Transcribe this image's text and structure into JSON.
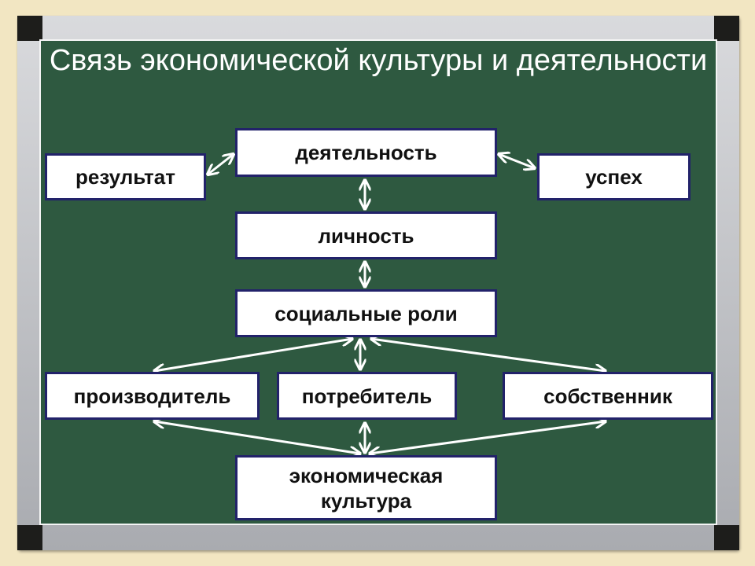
{
  "title": "Связь экономической культуры и деятельности",
  "nodes": {
    "activity": "деятельность",
    "result": "результат",
    "success": "успех",
    "personality": "личность",
    "social_roles": "социальные роли",
    "producer": "производитель",
    "consumer": "потребитель",
    "owner": "собственник",
    "economic_culture": "экономическая культура"
  }
}
